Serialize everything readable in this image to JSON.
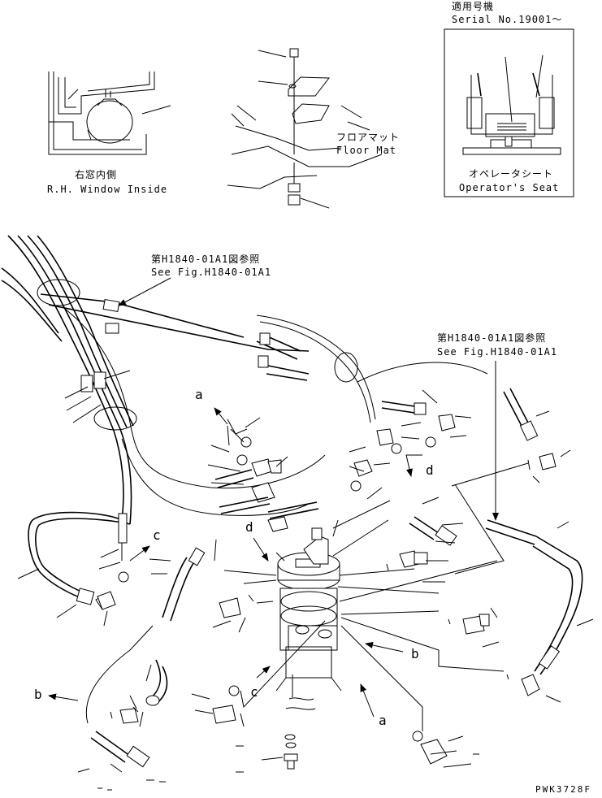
{
  "inset_window": {
    "jp": "右窓内側",
    "en": "R.H. Window Inside"
  },
  "inset_floor_mat": {
    "jp": "フロアマット",
    "en": "Floor Mat"
  },
  "inset_seat": {
    "serial_jp": "適用号機",
    "serial_en": "Serial No.19001～",
    "jp": "オペレータシート",
    "en": "Operator's Seat"
  },
  "refs": [
    {
      "jp": "第H1840-01A1図参照",
      "en": "See Fig.H1840-01A1"
    },
    {
      "jp": "第H1840-01A1図参照",
      "en": "See Fig.H1840-01A1"
    }
  ],
  "markers": {
    "a": "a",
    "b": "b",
    "c": "c",
    "d": "d"
  },
  "drawing_code": "PWK3728F",
  "icons": [
    "bolt-icon",
    "o-ring-icon",
    "elbow-fitting-icon",
    "hose-icon",
    "swivel-joint-icon",
    "arrow-icon"
  ]
}
